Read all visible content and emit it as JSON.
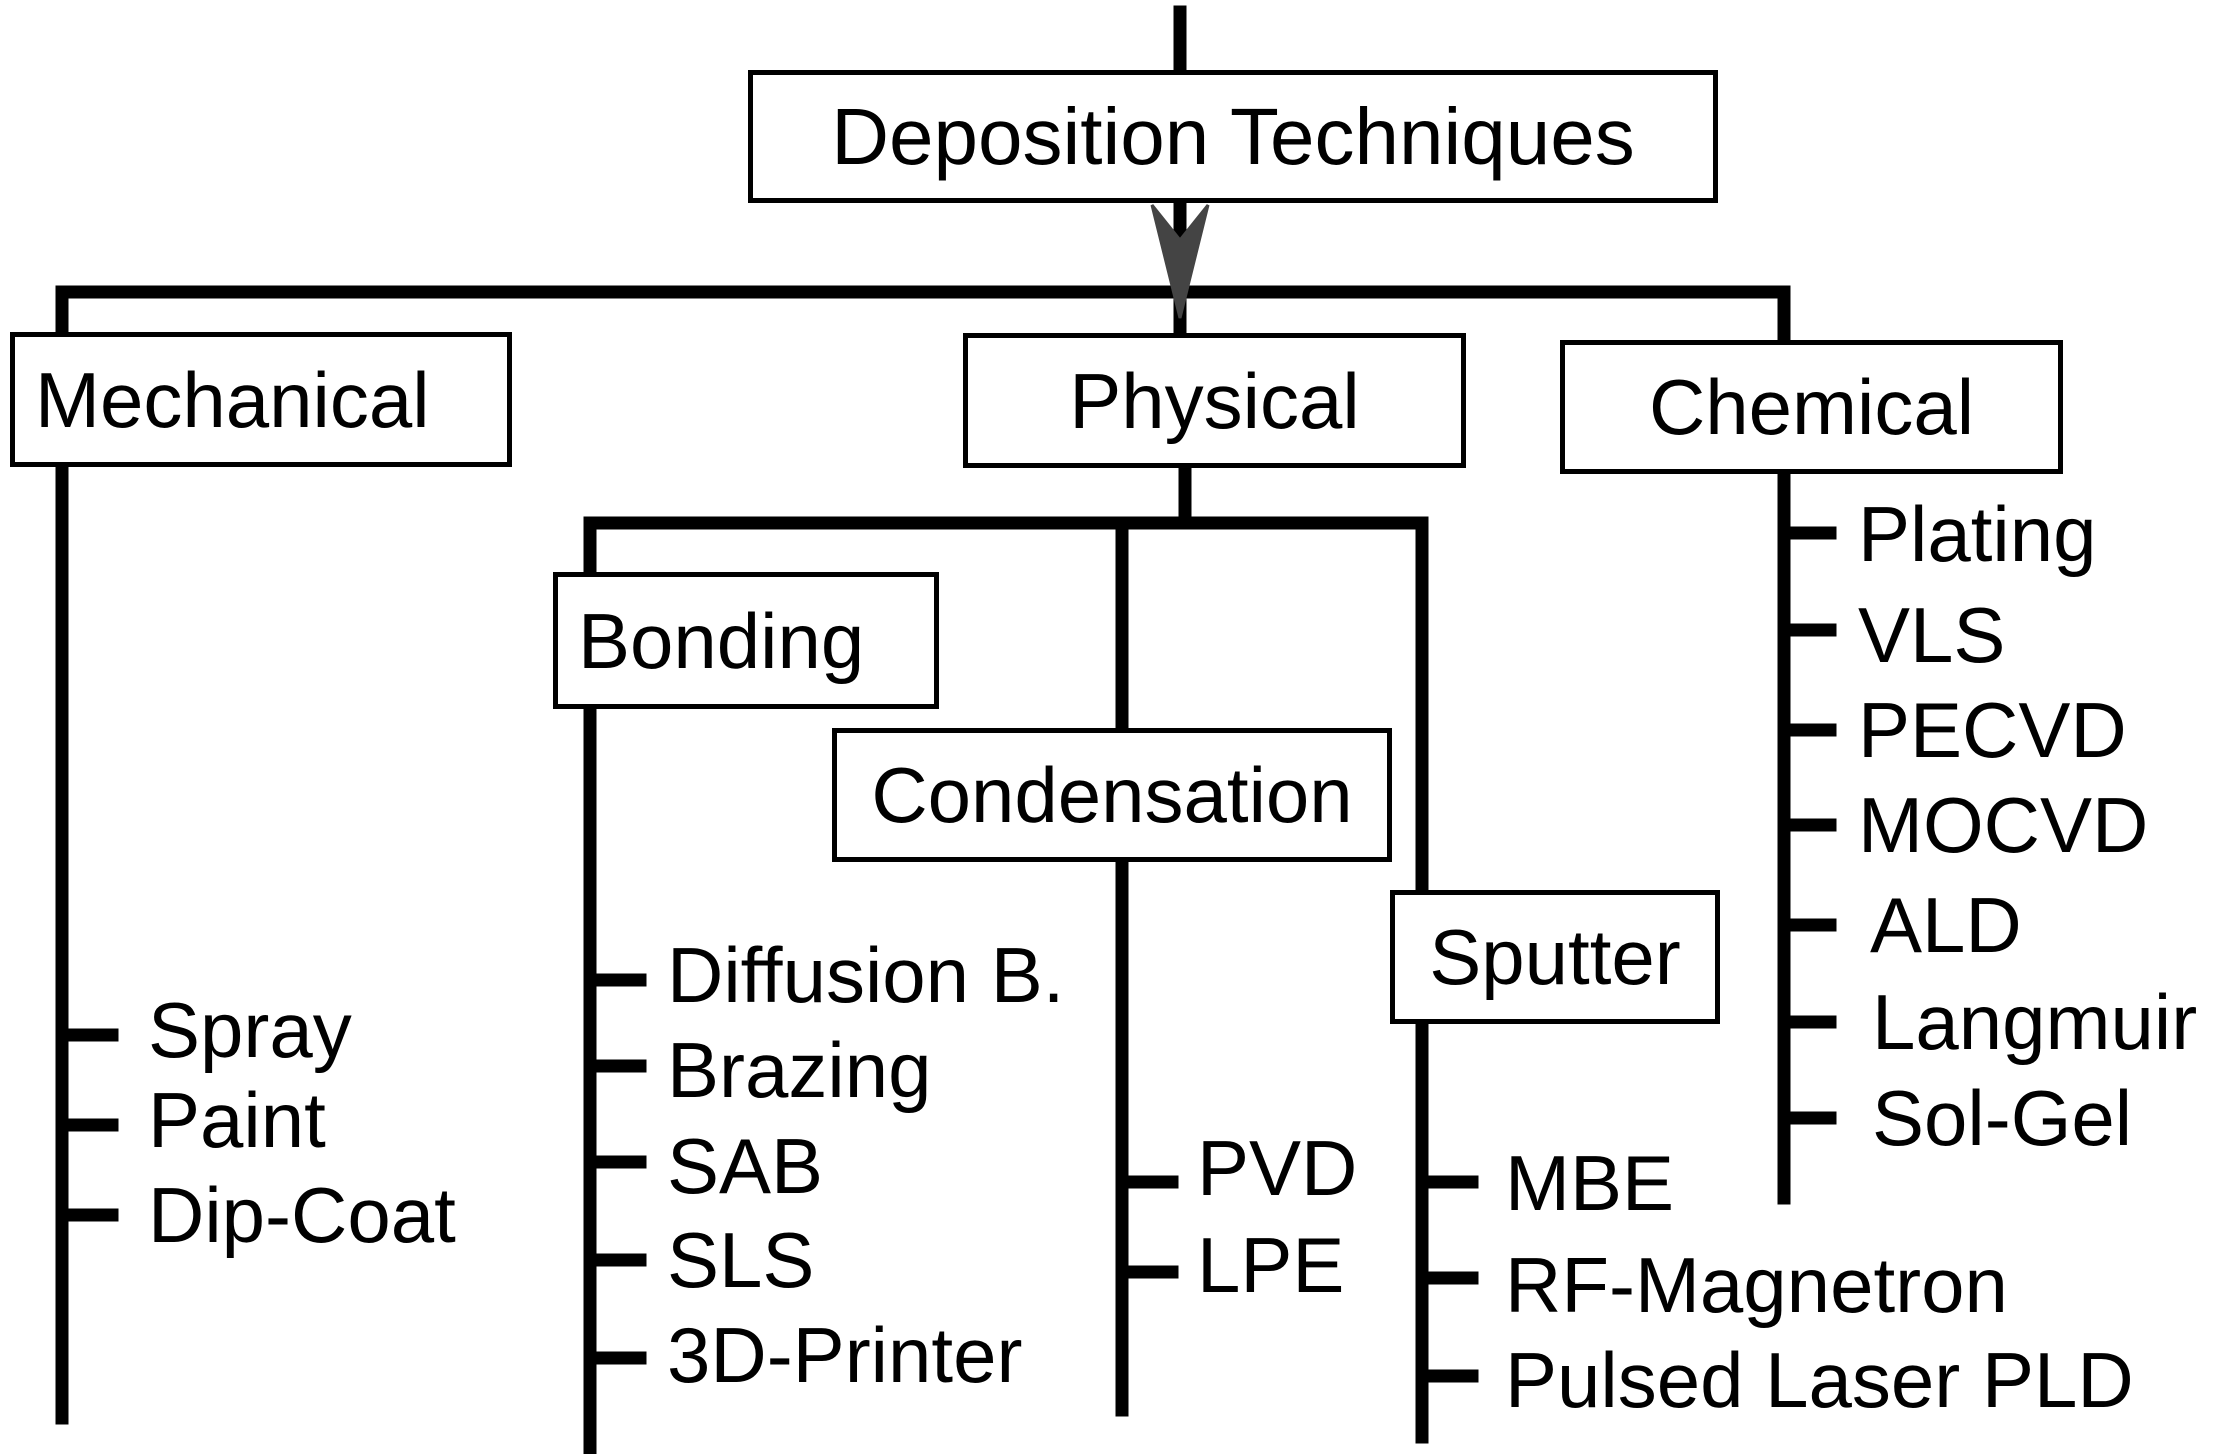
{
  "diagram": {
    "root": "Deposition Techniques",
    "categories": {
      "mechanical": {
        "label": "Mechanical",
        "items": [
          "Spray",
          "Paint",
          "Dip-Coat"
        ]
      },
      "physical": {
        "label": "Physical",
        "subgroups": {
          "bonding": {
            "label": "Bonding",
            "items": [
              "Diffusion B.",
              "Brazing",
              "SAB",
              "SLS",
              "3D-Printer"
            ]
          },
          "condensation": {
            "label": "Condensation",
            "items": [
              "PVD",
              "LPE"
            ]
          },
          "sputter": {
            "label": "Sputter",
            "items": [
              "MBE",
              "RF-Magnetron",
              "Pulsed Laser PLD"
            ]
          }
        }
      },
      "chemical": {
        "label": "Chemical",
        "items": [
          "Plating",
          "VLS",
          "PECVD",
          "MOCVD",
          "ALD",
          "Langmuir",
          "Sol-Gel"
        ]
      }
    },
    "colors": {
      "line": "#000000",
      "arrow": "#444444",
      "background": "#ffffff"
    }
  }
}
